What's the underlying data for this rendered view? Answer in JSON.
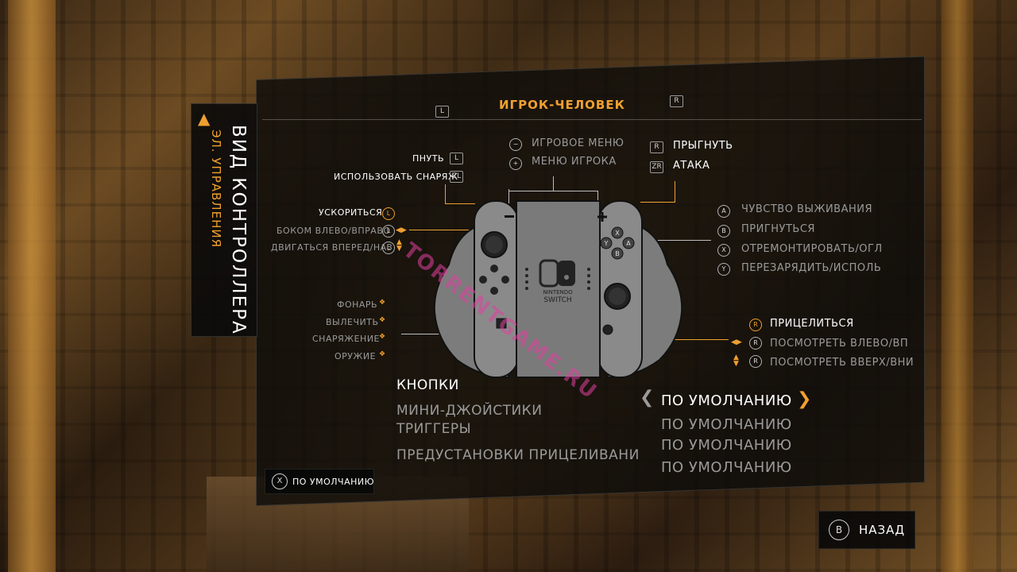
{
  "side_tab": {
    "title": "ВИД КОНТРОЛЛЕРА",
    "subtitle": "ЭЛ. УПРАВЛЕНИЯ"
  },
  "header": {
    "title": "ИГРОК-ЧЕЛОВЕК",
    "left_key": "L",
    "right_key": "R"
  },
  "top_center": [
    {
      "icon": "−",
      "label": "ИГРОВОЕ МЕНЮ"
    },
    {
      "icon": "+",
      "label": "МЕНЮ ИГРОКА"
    }
  ],
  "top_left": [
    {
      "label": "ПНУТЬ",
      "key": "L"
    },
    {
      "label": "ИСПОЛЬЗОВАТЬ СНАРЯЖ",
      "key": "ZL"
    }
  ],
  "top_right": [
    {
      "key": "R",
      "label": "ПРЫГНУТЬ"
    },
    {
      "key": "ZR",
      "label": "АТАКА"
    }
  ],
  "left_stick": [
    {
      "label": "УСКОРИТЬСЯ",
      "key": "L"
    },
    {
      "label": "БОКОМ ВЛЕВО/ВПРАВО",
      "key": "L"
    },
    {
      "label": "ДВИГАТЬСЯ ВПЕРЕД/НАЗ",
      "key": "L"
    }
  ],
  "dpad": [
    {
      "label": "ФОНАРЬ"
    },
    {
      "label": "ВЫЛЕЧИТЬ"
    },
    {
      "label": "СНАРЯЖЕНИЕ"
    },
    {
      "label": "ОРУЖИЕ"
    }
  ],
  "face_buttons": [
    {
      "key": "A",
      "label": "ЧУВСТВО ВЫЖИВАНИЯ"
    },
    {
      "key": "B",
      "label": "ПРИГНУТЬСЯ"
    },
    {
      "key": "X",
      "label": "ОТРЕМОНТИРОВАТЬ/ОГЛ"
    },
    {
      "key": "Y",
      "label": "ПЕРЕЗАРЯДИТЬ/ИСПОЛЬ"
    }
  ],
  "right_stick": [
    {
      "key": "R",
      "label": "ПРИЦЕЛИТЬСЯ"
    },
    {
      "key": "R",
      "label": "ПОСМОТРЕТЬ ВЛЕВО/ВП"
    },
    {
      "key": "R",
      "label": "ПОСМОТРЕТЬ ВВЕРХ/ВНИ"
    }
  ],
  "controller": {
    "brand_top": "NINTENDO",
    "brand_bottom": "SWITCH",
    "buttons": {
      "x": "X",
      "y": "Y",
      "a": "A",
      "b": "B"
    }
  },
  "categories": [
    {
      "label": "КНОПКИ",
      "active": true
    },
    {
      "label": "МИНИ-ДЖОЙСТИКИ",
      "active": false
    },
    {
      "label": "ТРИГГЕРЫ",
      "active": false
    },
    {
      "label": "ПРЕДУСТАНОВКИ ПРИЦЕЛИВАНИ",
      "active": false
    }
  ],
  "presets": [
    {
      "label": "ПО УМОЛЧАНИЮ",
      "active": true
    },
    {
      "label": "ПО УМОЛЧАНИЮ",
      "active": false
    },
    {
      "label": "ПО УМОЛЧАНИЮ",
      "active": false
    },
    {
      "label": "ПО УМОЛЧАНИЮ",
      "active": false
    }
  ],
  "nav": {
    "left": "❮",
    "right": "❯"
  },
  "footer": {
    "default_key": "X",
    "default_label": "ПО УМОЛЧАНИЮ",
    "back_key": "B",
    "back_label": "НАЗАД"
  },
  "watermark": "TORRENTGAME.RU",
  "colors": {
    "accent": "#f0a030",
    "text": "#ffffff",
    "dim": "#9a9a9a"
  }
}
